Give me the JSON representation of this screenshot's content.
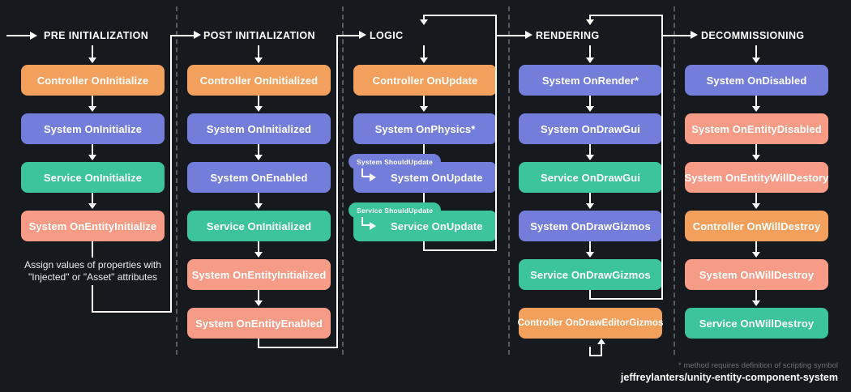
{
  "meta": {
    "background": "#16191e",
    "line_color": "#ffffff",
    "divider_color": "#555b63"
  },
  "palette": {
    "controller": "#F3A05D",
    "system": "#737EDB",
    "service": "#3CC49C",
    "entity": "#F69B86"
  },
  "columns": [
    {
      "id": "pre-initialization",
      "title": "PRE INITIALIZATION",
      "nodes": [
        {
          "label": "Controller OnInitialize",
          "kind": "controller"
        },
        {
          "label": "System OnInitialize",
          "kind": "system"
        },
        {
          "label": "Service OnInitialize",
          "kind": "service"
        },
        {
          "label": "System OnEntityInitialize",
          "kind": "entity"
        }
      ],
      "note": "Assign values of properties with\n\"Injected\" or \"Asset\" attributes"
    },
    {
      "id": "post-initialization",
      "title": "POST INITIALIZATION",
      "nodes": [
        {
          "label": "Controller OnInitialized",
          "kind": "controller"
        },
        {
          "label": "System OnInitialized",
          "kind": "system"
        },
        {
          "label": "System OnEnabled",
          "kind": "system"
        },
        {
          "label": "Service OnInitialized",
          "kind": "service"
        },
        {
          "label": "System OnEntityInitialized",
          "kind": "entity"
        },
        {
          "label": "System OnEntityEnabled",
          "kind": "entity"
        }
      ]
    },
    {
      "id": "logic",
      "title": "LOGIC",
      "nodes": [
        {
          "label": "Controller OnUpdate",
          "kind": "controller"
        },
        {
          "label": "System OnPhysics*",
          "kind": "system"
        },
        {
          "label": "System OnUpdate",
          "kind": "system",
          "badge": "System ShouldUpdate",
          "badge_kind": "system"
        },
        {
          "label": "Service OnUpdate",
          "kind": "service",
          "badge": "Service ShouldUpdate",
          "badge_kind": "service"
        }
      ]
    },
    {
      "id": "rendering",
      "title": "RENDERING",
      "nodes": [
        {
          "label": "System OnRender*",
          "kind": "system"
        },
        {
          "label": "System OnDrawGui",
          "kind": "system"
        },
        {
          "label": "Service OnDrawGui",
          "kind": "service"
        },
        {
          "label": "System OnDrawGizmos",
          "kind": "system"
        },
        {
          "label": "Service OnDrawGizmos",
          "kind": "service"
        },
        {
          "label": "Controller OnDrawEditorGizmos",
          "kind": "controller",
          "small": true
        }
      ]
    },
    {
      "id": "decommissioning",
      "title": "DECOMMISSIONING",
      "nodes": [
        {
          "label": "System OnDisabled",
          "kind": "system"
        },
        {
          "label": "System OnEntityDisabled",
          "kind": "entity"
        },
        {
          "label": "System OnEntityWillDestory",
          "kind": "entity"
        },
        {
          "label": "Controller OnWillDestroy",
          "kind": "controller"
        },
        {
          "label": "System OnWillDestroy",
          "kind": "entity"
        },
        {
          "label": "Service OnWillDestroy",
          "kind": "service"
        }
      ]
    }
  ],
  "footer": {
    "legend": "* method requires definition of scripting symbol",
    "repo": "jeffreylanters/unity-entity-component-system"
  }
}
